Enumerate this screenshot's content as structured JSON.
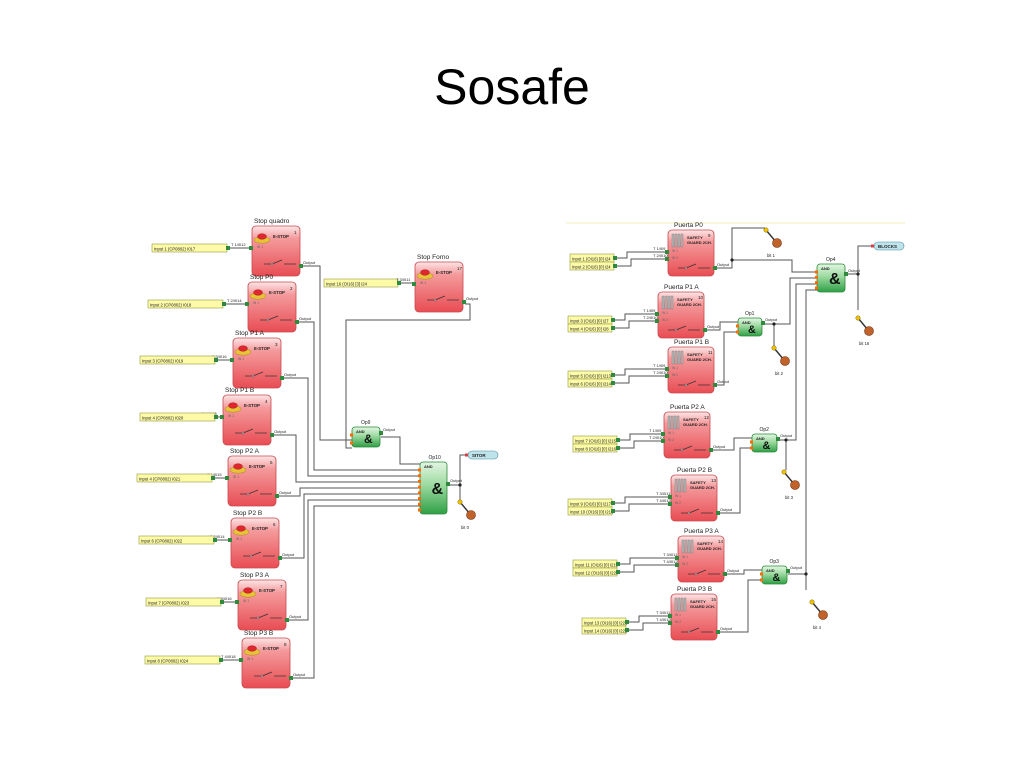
{
  "title": "Sosafe",
  "colors": {
    "block_red": "#ec5a5f",
    "block_light": "#fbdcdc",
    "input_yellow": "#fdfba7",
    "logic_green": "#4fbf5e",
    "wire": "#555555",
    "terminal": "#2e8b3e"
  },
  "common": {
    "output_label": "Output",
    "estop_label": "E-STOP",
    "guard_label_1": "SAFETY",
    "guard_label_2": "GUARD 2CH.",
    "and_label": "AND",
    "and_symbol": "&"
  },
  "left": {
    "estops": [
      {
        "id": "estop-stop-quadro",
        "title": "Stop quadro",
        "num": "1",
        "input": "Input 1 (CP0802) I017",
        "term": "T 1/I012"
      },
      {
        "id": "estop-stop-p0",
        "title": "Stop P0",
        "num": "2",
        "input": "Input 2 (CP0802) I018",
        "term": "T 2/I014"
      },
      {
        "id": "estop-stop-p1-a",
        "title": "Stop P1 A",
        "num": "3",
        "input": "Input 3 (CP0802) I019",
        "term": "T 3/I016"
      },
      {
        "id": "estop-stop-p1-b",
        "title": "Stop P1 B",
        "num": "4",
        "input": "Input 4 (CP0802) I020",
        "term": "T 4/I018"
      },
      {
        "id": "estop-stop-p2-a",
        "title": "Stop P2 A",
        "num": "5",
        "input": "Input 4 (CP0802) I021",
        "term": "T 1/I015"
      },
      {
        "id": "estop-stop-p2-b",
        "title": "Stop P2 B",
        "num": "6",
        "input": "Input 6 (CP0802) I022",
        "term": "T 2/I014"
      },
      {
        "id": "estop-stop-p3-a",
        "title": "Stop P3 A",
        "num": "7",
        "input": "Input 7 (CP0802) I023",
        "term": "T 3/I016"
      },
      {
        "id": "estop-stop-p3-b",
        "title": "Stop P3 B",
        "num": "8",
        "input": "Input 8 (CP0802) I024",
        "term": "T 4/I018"
      }
    ],
    "forno": {
      "title": "Stop Forno",
      "num": "17",
      "input": "Input 16 (OI16) [3] I24",
      "term": "T 3/I011"
    },
    "and_small": {
      "title": "Op9"
    },
    "and_big": {
      "title": "Op10"
    },
    "output_tag": "SITOR",
    "bit_label": "bit 0"
  },
  "right": {
    "guards": [
      {
        "id": "guard-puerta-p0",
        "title": "Puerta P0",
        "num": "9",
        "inputs": [
          "Input 1 (OI16) [0] I24",
          "Input 2 (OI16) [0] I24"
        ],
        "terms": [
          "T 1/I09",
          "T 2/I010"
        ]
      },
      {
        "id": "guard-puerta-p1-a",
        "title": "Puerta P1 A",
        "num": "10",
        "inputs": [
          "Input 3 (OI16) [0] I27",
          "Input 4 (OI16) [0] I28"
        ],
        "terms": [
          "T 1/I09",
          "T 2/I010"
        ]
      },
      {
        "id": "guard-puerta-p1-b",
        "title": "Puerta P1 B",
        "num": "11",
        "inputs": [
          "Input 5 (OI16) [0] I213",
          "Input 6 (OI16) [0] I214"
        ],
        "terms": [
          "T 1/I09",
          "T 2/I010"
        ]
      },
      {
        "id": "guard-puerta-p2-a",
        "title": "Puerta P2 A",
        "num": "12",
        "inputs": [
          "Input 7 (OI16) [0] I215",
          "Input 8 (OI16) [0] I216"
        ],
        "terms": [
          "T 1/I09",
          "T 2/I010"
        ]
      },
      {
        "id": "guard-puerta-p2-b",
        "title": "Puerta P2 B",
        "num": "13",
        "inputs": [
          "Input 9 (OI16) [0] I217",
          "Input 10 (OI16) [0] I218"
        ],
        "terms": [
          "T 3/I011",
          "T 4/I012"
        ]
      },
      {
        "id": "guard-puerta-p3-a",
        "title": "Puerta P3 A",
        "num": "14",
        "inputs": [
          "Input 11 (OI16) [0] I219",
          "Input 12 (OI16) [0] I220"
        ],
        "terms": [
          "T 3/I011",
          "T 4/I012"
        ]
      },
      {
        "id": "guard-puerta-p3-b",
        "title": "Puerta P3 B",
        "num": "15",
        "inputs": [
          "Input 13 (OI16) [0] I221",
          "Input 14 (OI16) [0] I222"
        ],
        "terms": [
          "T 3/I011",
          "T 4/I012"
        ]
      }
    ],
    "ands": [
      {
        "id": "and-op1",
        "title": "Op1"
      },
      {
        "id": "and-op2",
        "title": "Op2"
      },
      {
        "id": "and-op3",
        "title": "Op3"
      },
      {
        "id": "and-op4",
        "title": "Op4"
      }
    ],
    "output_tag": "BLOCKS",
    "bits": [
      "bit 1",
      "bit 2",
      "bit 3",
      "bit 4",
      "bit 16"
    ]
  }
}
